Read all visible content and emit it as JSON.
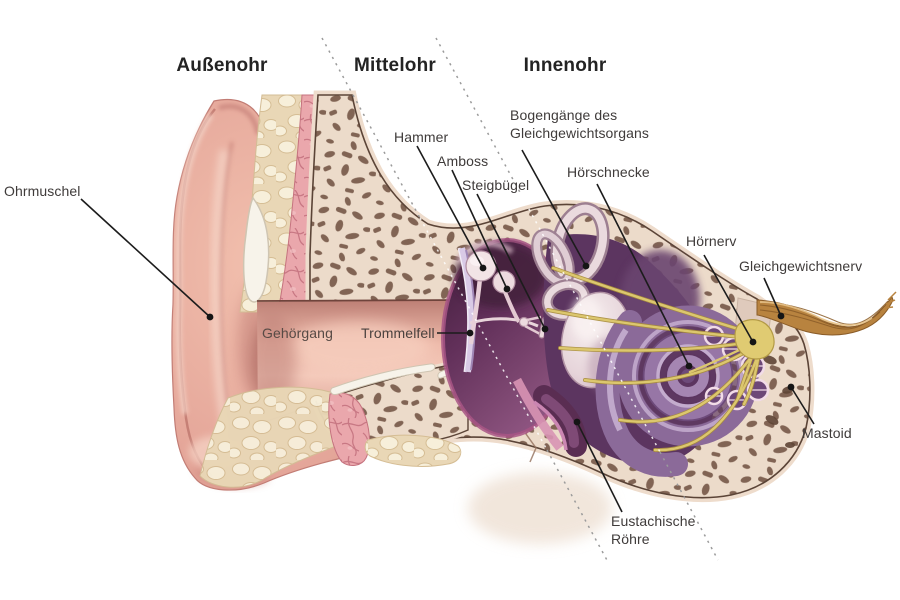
{
  "headings": {
    "aussenohr": "Außenohr",
    "mittelohr": "Mittelohr",
    "innenohr": "Innenohr"
  },
  "labels": {
    "ohrmuschel": {
      "lines": [
        "Ohrmuschel"
      ]
    },
    "gehoergang": {
      "lines": [
        "Gehörgang"
      ]
    },
    "trommelfell": {
      "lines": [
        "Trommelfell"
      ]
    },
    "hammer": {
      "lines": [
        "Hammer"
      ]
    },
    "amboss": {
      "lines": [
        "Amboss"
      ]
    },
    "steigbuegel": {
      "lines": [
        "Steigbügel"
      ]
    },
    "bogengaenge": {
      "lines": [
        "Bogengänge des",
        "Gleichgewichtsorgans"
      ]
    },
    "hoerschnecke": {
      "lines": [
        "Hörschnecke"
      ]
    },
    "hoernerv": {
      "lines": [
        "Hörnerv"
      ]
    },
    "gleichgewichtsnerv": {
      "lines": [
        "Gleichgewichtsnerv"
      ]
    },
    "mastoid": {
      "lines": [
        "Mastoid"
      ]
    },
    "eustachische_roehre": {
      "lines": [
        "Eustachische",
        "Röhre"
      ]
    }
  },
  "colors": {
    "background": "#ffffff",
    "label_text": "#3f3b3a",
    "heading_text": "#232323",
    "leader_line": "#1c1c1c",
    "divider_dotted": "#9b9b9b",
    "skin_pink": "#e5a79a",
    "bone_base": "#ecdbca",
    "bone_speckle": "#6e4f3f",
    "fat_tissue": "#e9d7b6",
    "vascular_pink": "#eaa7ac",
    "middle_ear_cavity": "#62305a",
    "eardrum": "#d9cae6",
    "inner_ear_pale": "#eadade",
    "cochlea_purple": "#8b6a99",
    "nerve_yellow": "#dcc76e",
    "nerve_brown": "#b8833f"
  }
}
